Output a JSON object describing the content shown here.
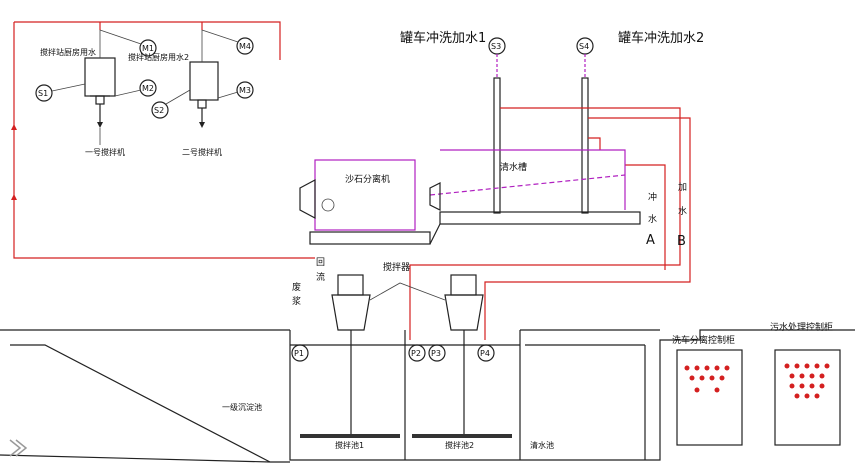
{
  "labels": {
    "tank_car_wash_1": "罐车冲洗加水1",
    "tank_car_wash_2": "罐车冲洗加水2",
    "s3": "S3",
    "s4": "S4",
    "s1": "S1",
    "s2": "S2",
    "m1": "M1",
    "m2": "M2",
    "m3": "M3",
    "m4": "M4",
    "stirrer_wash_water": "搅拌站厨房用水",
    "stirrer_wash_water_2": "搅拌站厨房用水2",
    "mixer_1": "一号搅拌机",
    "mixer_2": "二号搅拌机",
    "separator": "沙石分离机",
    "clear_water_tank": "清水槽",
    "wash_a_1": "冲",
    "wash_a_2": "水",
    "wash_a_3": "A",
    "add_b_1": "加",
    "add_b_2": "水",
    "add_b_3": "B",
    "waste_slurry_1": "废",
    "waste_slurry_2": "浆",
    "return_1": "回",
    "return_2": "流",
    "agitator": "搅拌器",
    "p1": "P1",
    "p2": "P2",
    "p3": "P3",
    "p4": "P4",
    "sed_tank": "一级沉淀池",
    "stir_tank_1": "搅拌池1",
    "stir_tank_2": "搅拌池2",
    "clean_tank": "清水池",
    "cabinet_1": "洗车分离控制柜",
    "cabinet_2": "污水处理控制柜"
  },
  "colors": {
    "pipe": "#d42020",
    "separator": "#b020c0",
    "structure": "#222222"
  }
}
